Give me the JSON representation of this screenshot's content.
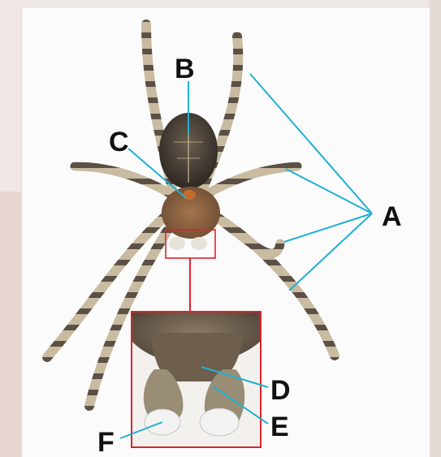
{
  "labels": {
    "a": "A",
    "b": "B",
    "c": "C",
    "d": "D",
    "e": "E",
    "f": "F"
  },
  "colors": {
    "leader_line": "#1fb0d2",
    "inset_border": "#d8252e",
    "label_text": "#111111"
  }
}
